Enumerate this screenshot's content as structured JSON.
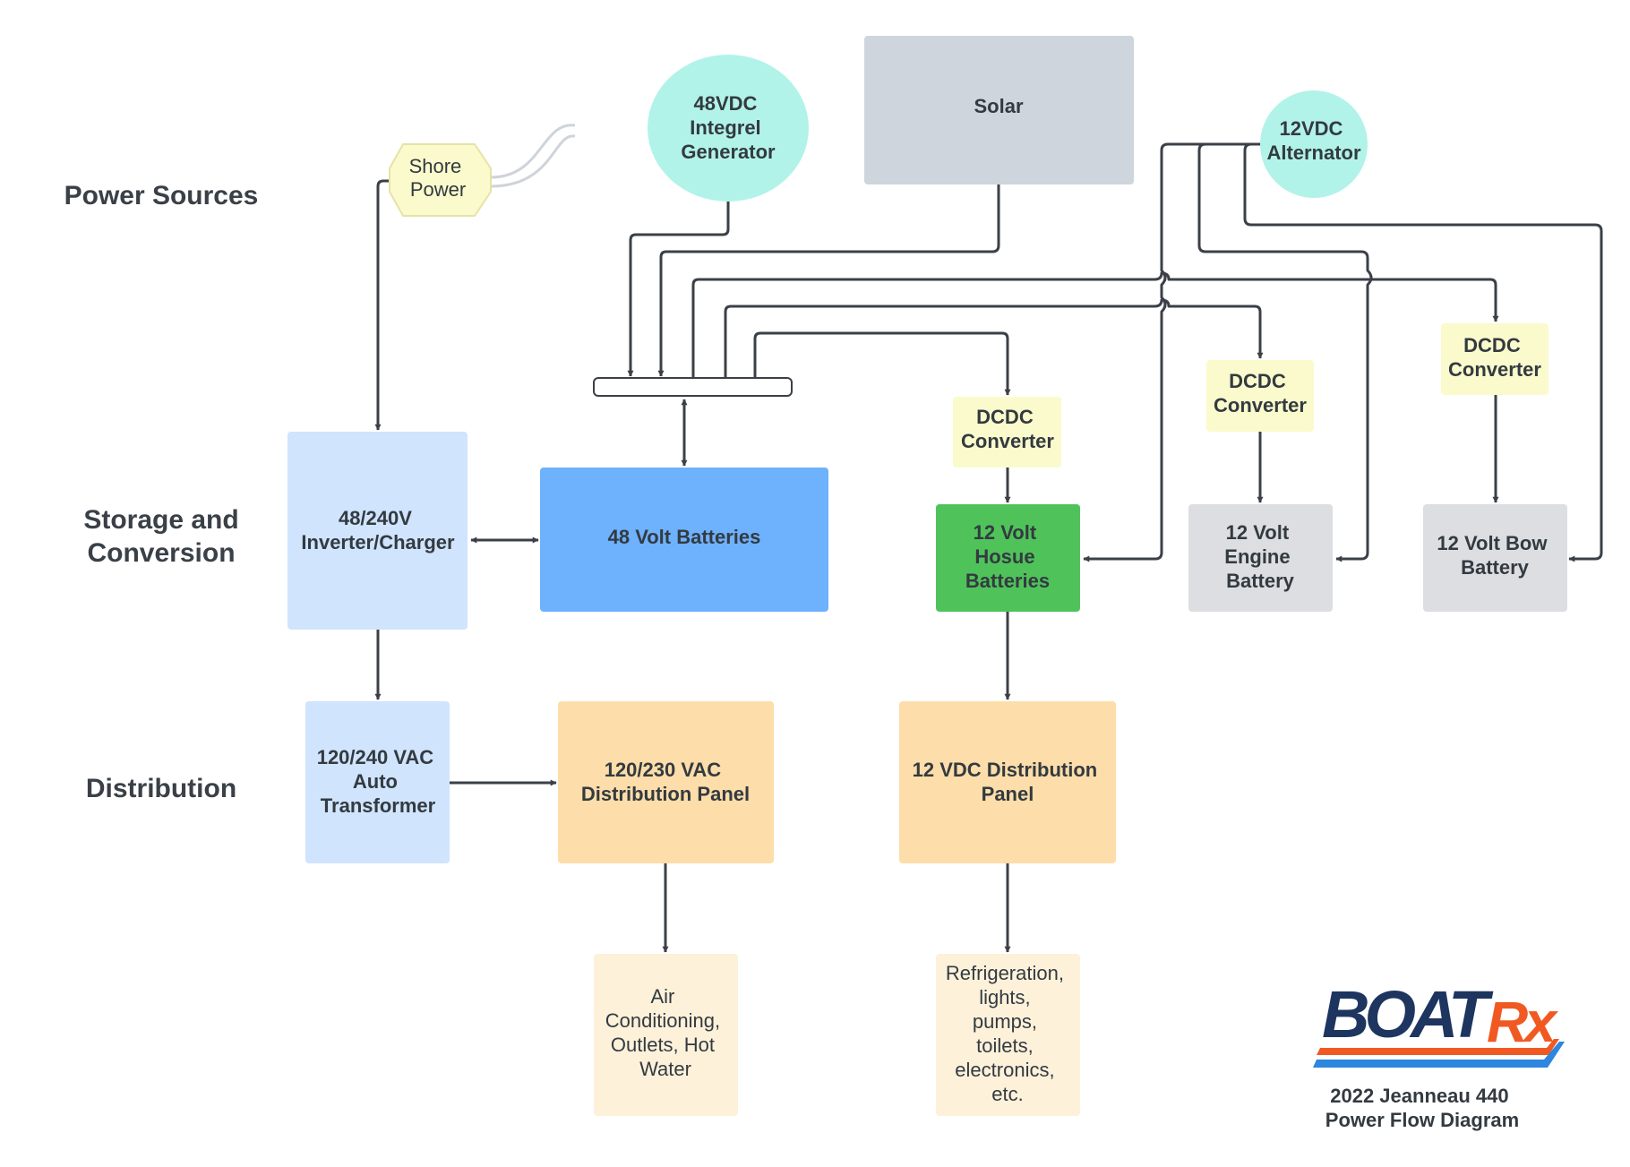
{
  "rows": {
    "power_sources": "Power Sources",
    "storage_line1": "Storage and",
    "storage_line2": "Conversion",
    "distribution": "Distribution"
  },
  "nodes": {
    "shore_power": [
      "Shore",
      "Power"
    ],
    "generator": [
      "48VDC",
      "Integrel",
      "Generator"
    ],
    "solar": [
      "Solar"
    ],
    "alternator": [
      "12VDC",
      "Alternator"
    ],
    "inverter_charger": [
      "48/240V",
      "Inverter/Charger"
    ],
    "batteries_48v": [
      "48 Volt Batteries"
    ],
    "dcdc_1": [
      "DCDC",
      "Converter"
    ],
    "dcdc_2": [
      "DCDC",
      "Converter"
    ],
    "dcdc_3": [
      "DCDC",
      "Converter"
    ],
    "house_batteries": [
      "12 Volt",
      "Hosue",
      "Batteries"
    ],
    "engine_battery": [
      "12 Volt",
      "Engine",
      "Battery"
    ],
    "bow_battery": [
      "12 Volt Bow",
      "Battery"
    ],
    "auto_transformer": [
      "120/240 VAC",
      "Auto",
      "Transformer"
    ],
    "ac_panel": [
      "120/230 VAC",
      "Distribution Panel"
    ],
    "dc_panel": [
      "12 VDC Distribution",
      "Panel"
    ],
    "ac_loads": [
      "Air",
      "Conditioning,",
      "Outlets, Hot",
      "Water"
    ],
    "dc_loads": [
      "Refrigeration,",
      "lights,",
      "pumps,",
      "toilets,",
      "electronics,",
      "etc."
    ]
  },
  "logo": {
    "brand_main": "BOAT",
    "brand_accent": "Rx",
    "caption_line1": "2022 Jeanneau 440",
    "caption_line2": "Power Flow Diagram"
  },
  "colors": {
    "sky_blue": "#d0e4fd",
    "battery_blue": "#6eb1fd",
    "house_green": "#4fc35a",
    "grey_box": "#dcdee2",
    "solar_grey": "#cfd5dc",
    "orange_panel": "#fddda9",
    "cream_load": "#fdf1da",
    "yellow_converter": "#fbfacc",
    "teal_source": "#b2f3e9",
    "logo_navy": "#1e3560",
    "logo_orange": "#f05a22",
    "logo_blue": "#2e86de"
  }
}
